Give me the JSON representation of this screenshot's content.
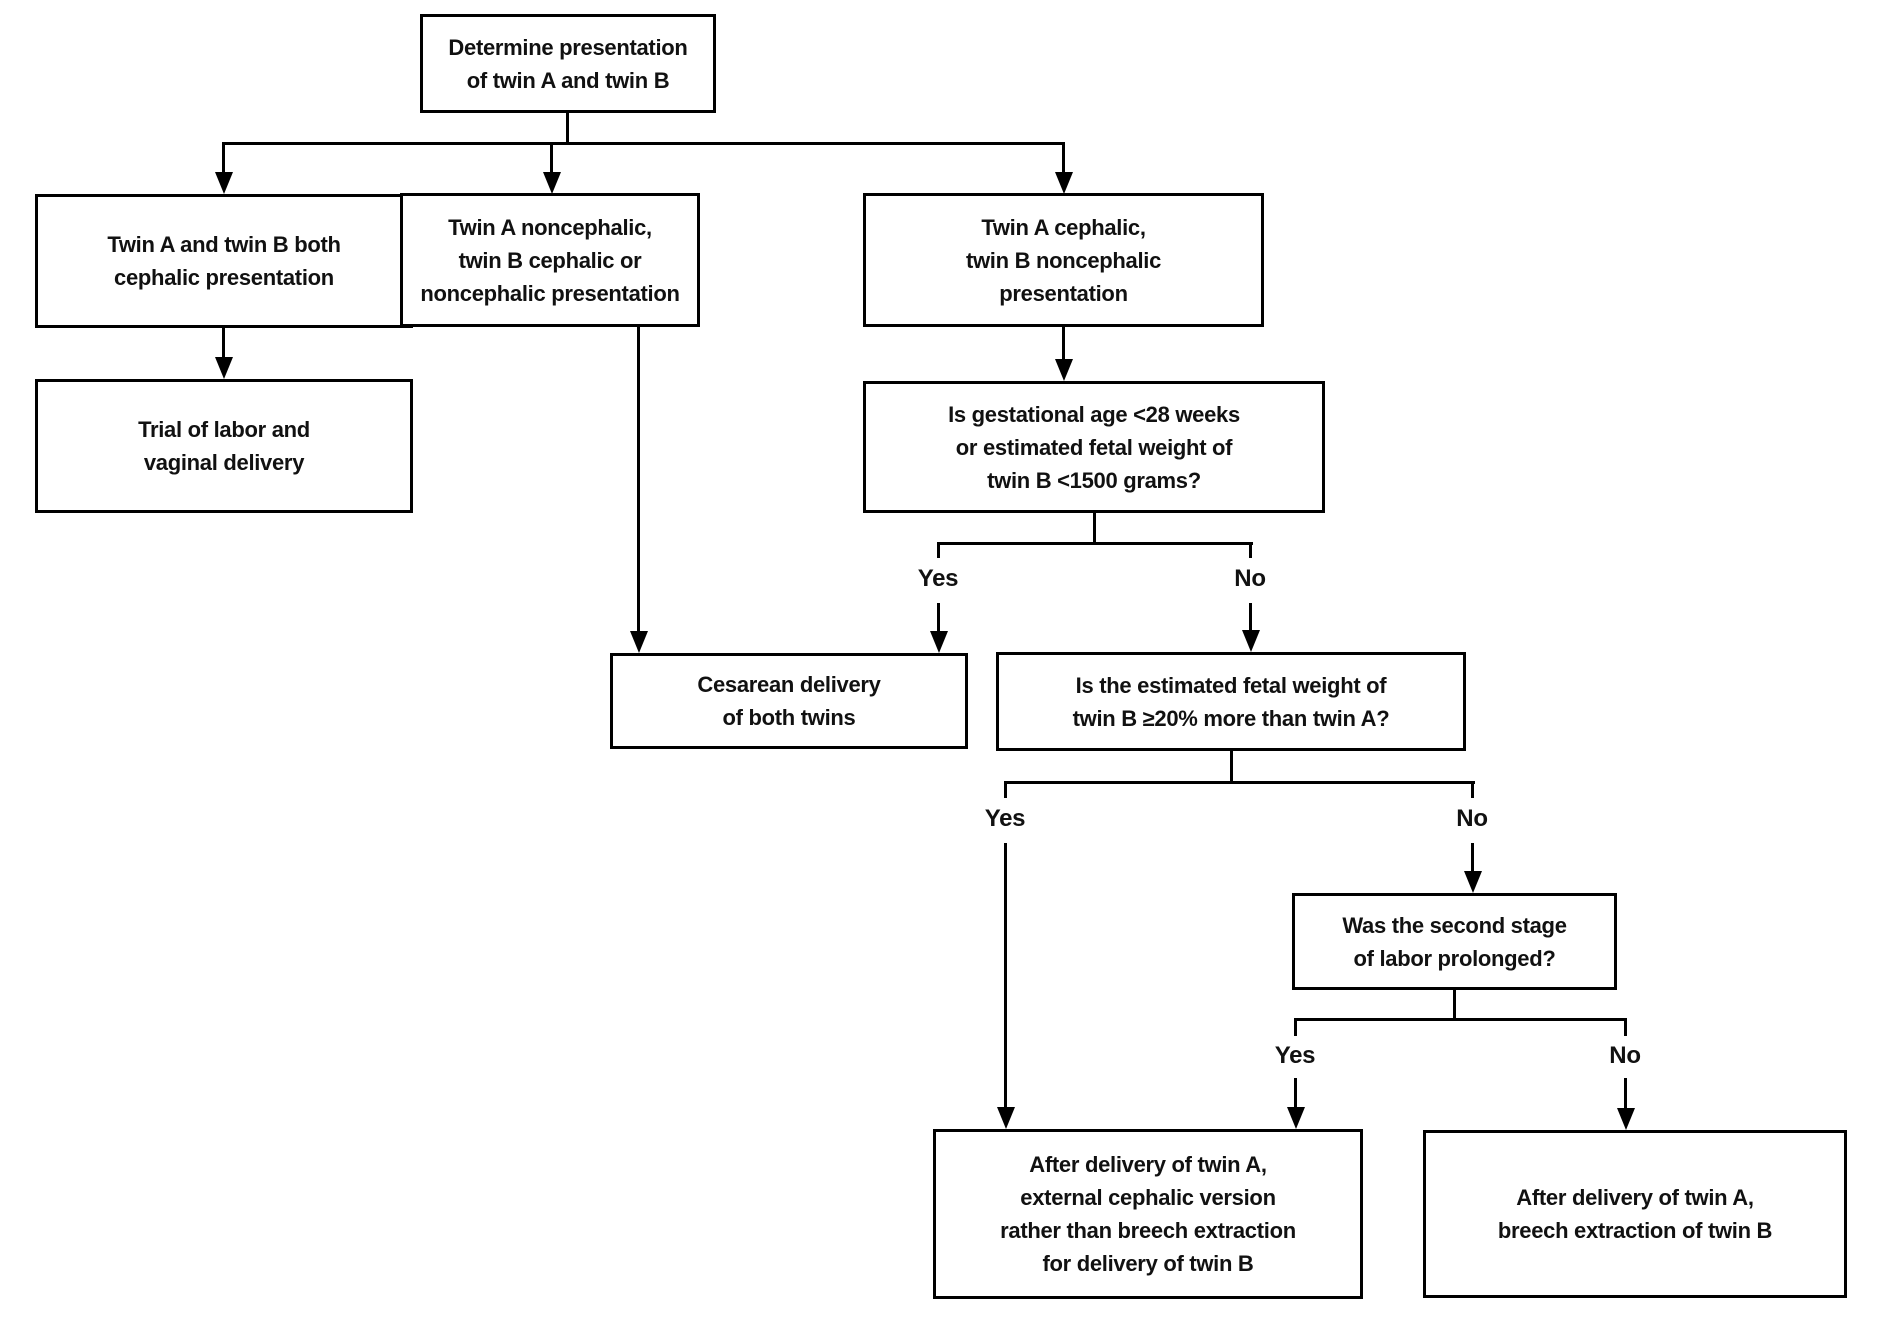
{
  "diagram": {
    "nodes": {
      "determine": {
        "lines": [
          "Determine presentation",
          "of twin A and twin B"
        ]
      },
      "both_cephalic": {
        "lines": [
          "Twin A and twin B both",
          "cephalic presentation"
        ]
      },
      "twin_a_noncephalic": {
        "lines": [
          "Twin A noncephalic,",
          "twin B cephalic or",
          "noncephalic presentation"
        ]
      },
      "twin_a_cephalic": {
        "lines": [
          "Twin A cephalic,",
          "twin B noncephalic",
          "presentation"
        ]
      },
      "trial_of_labor": {
        "lines": [
          "Trial of labor and",
          "vaginal delivery"
        ]
      },
      "gestational_age": {
        "lines": [
          "Is gestational age <28 weeks",
          "or estimated fetal weight of",
          "twin B <1500 grams?"
        ]
      },
      "cesarean": {
        "lines": [
          "Cesarean delivery",
          "of both twins"
        ]
      },
      "efw_20": {
        "lines": [
          "Is the estimated fetal weight of",
          "twin B ≥20% more than twin A?"
        ]
      },
      "second_stage": {
        "lines": [
          "Was the second stage",
          "of labor prolonged?"
        ]
      },
      "ecv": {
        "lines": [
          "After delivery of twin A,",
          "external cephalic version",
          "rather than breech extraction",
          "for delivery of twin B"
        ]
      },
      "breech_extraction": {
        "lines": [
          "After delivery of twin A,",
          "breech extraction of twin B"
        ]
      }
    },
    "branches": {
      "gestational_age": {
        "yes": "Yes",
        "no": "No"
      },
      "efw_20": {
        "yes": "Yes",
        "no": "No"
      },
      "second_stage": {
        "yes": "Yes",
        "no": "No"
      }
    },
    "colors": {
      "line": "#000000",
      "text": "#111111",
      "background": "#ffffff"
    }
  }
}
